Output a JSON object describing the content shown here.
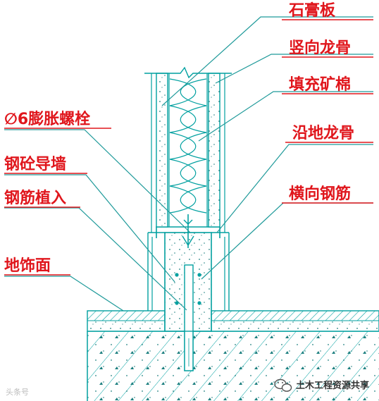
{
  "labels": {
    "gypsum_board": "石膏板",
    "vertical_keel": "竖向龙骨",
    "mineral_wool": "填充矿棉",
    "floor_track": "沿地龙骨",
    "transverse_rebar": "横向钢筋",
    "expansion_bolt": "∅6膨胀螺栓",
    "concrete_curb": "钢砼导墙",
    "rebar_plant": "钢筋植入",
    "floor_finish": "地饰面"
  },
  "watermark": {
    "source": "土木工程资源共享",
    "faint": "头条号"
  },
  "colors": {
    "label": "#e0161c",
    "leader": "#1f9a9a",
    "structure": "#00a0a0",
    "hatch": "#00a0a0"
  },
  "icons": {
    "wechat": "wechat-icon"
  }
}
